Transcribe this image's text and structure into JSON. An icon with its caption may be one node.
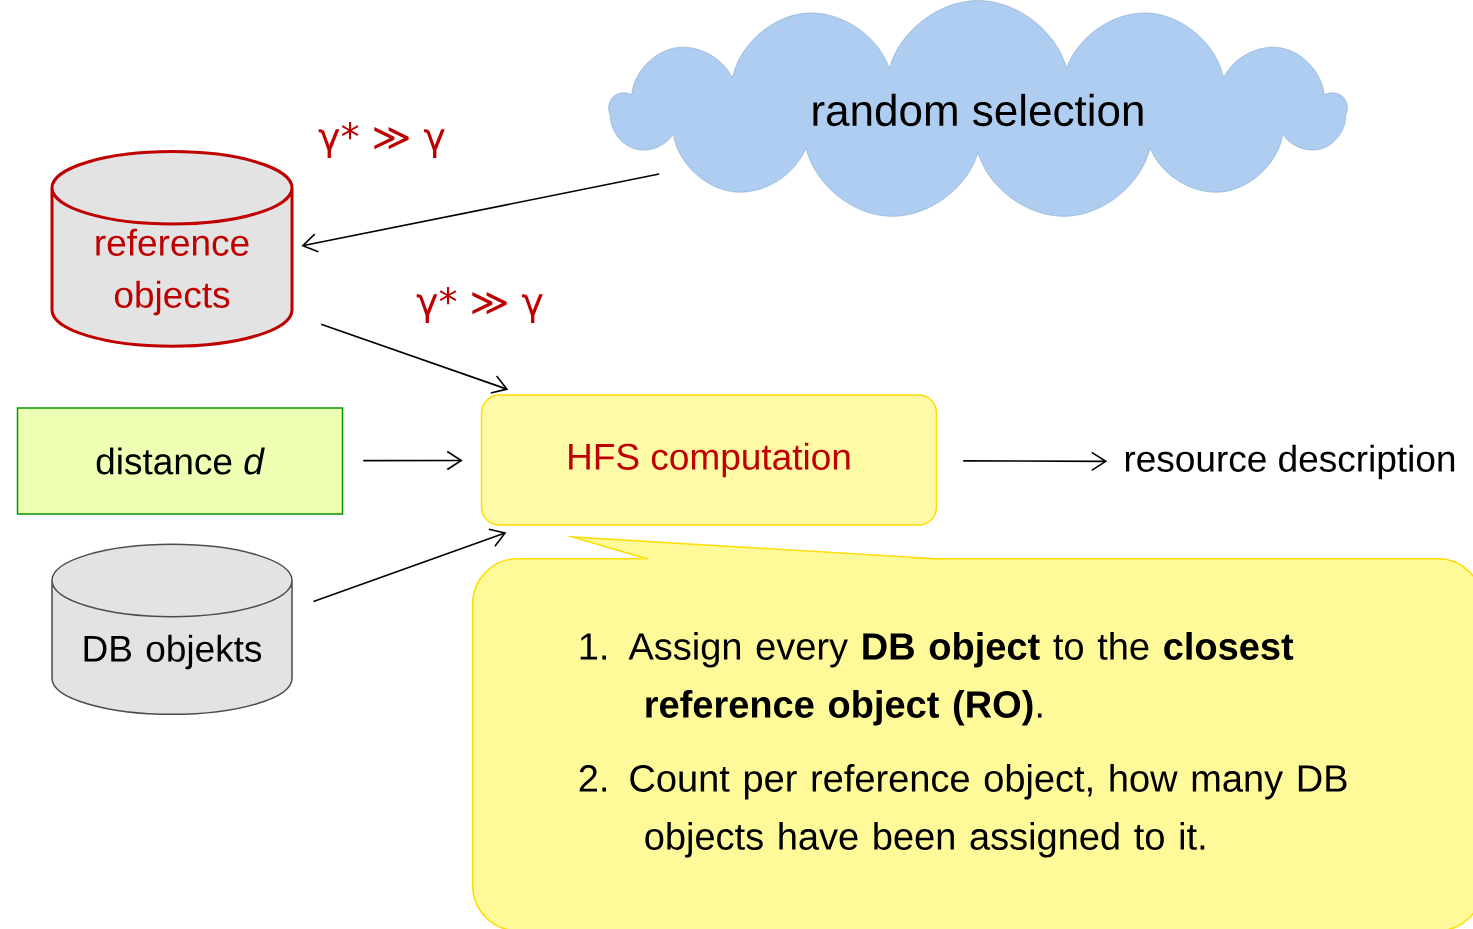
{
  "diagram": {
    "nodes": [
      {
        "text": [
          "random selection"
        ]
      },
      {
        "text": [
          "reference objects"
        ]
      },
      {
        "text": [
          "distance *d*"
        ]
      },
      {
        "text": [
          "DB objekts"
        ]
      },
      {
        "text": [
          "HFS computation"
        ]
      },
      {
        "text": [
          "resource description"
        ]
      },
      {
        "text": [
          "1. Assign every **DB object** to the **closest reference object (RO)**.",
          "2. Count per reference object, how many DB objects have been assigned to it."
        ]
      }
    ],
    "edges": [
      {
        "from": 0,
        "to": 1,
        "arrow": "to",
        "label": "γ* ≫ γ"
      },
      {
        "from": 1,
        "to": 4,
        "arrow": "to",
        "label": "γ* ≫ γ"
      },
      {
        "from": 2,
        "to": 4,
        "arrow": "to"
      },
      {
        "from": 3,
        "to": 4,
        "arrow": "to"
      },
      {
        "from": 4,
        "to": 5,
        "arrow": "to"
      }
    ]
  }
}
